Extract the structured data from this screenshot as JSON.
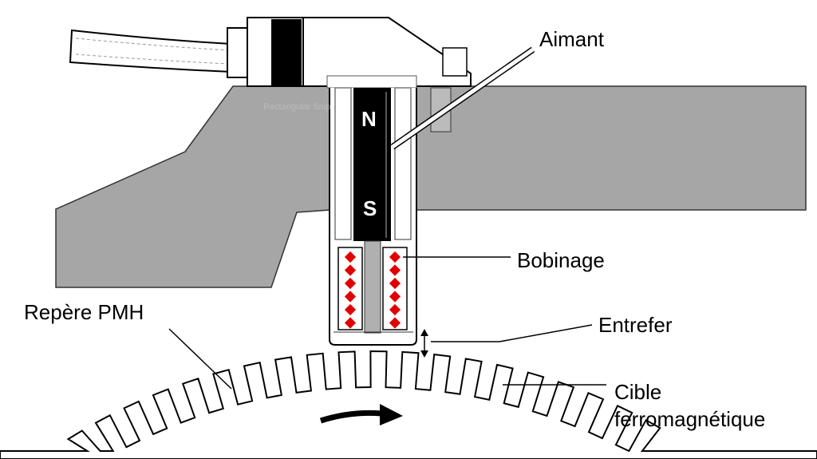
{
  "labels": {
    "magnet": "Aimant",
    "winding": "Bobinage",
    "tdc_mark": "Repère PMH",
    "air_gap": "Entrefer",
    "target_line1": "Cible",
    "target_line2": "ferromagnétique"
  },
  "poles": {
    "north": "N",
    "south": "S"
  },
  "overlay_text": "Rectangular Snip",
  "colors": {
    "engine_block": "#a6a6a6",
    "coil_dots": "#e00000",
    "magnet": "#000000",
    "rod": "#b0b0b0"
  }
}
